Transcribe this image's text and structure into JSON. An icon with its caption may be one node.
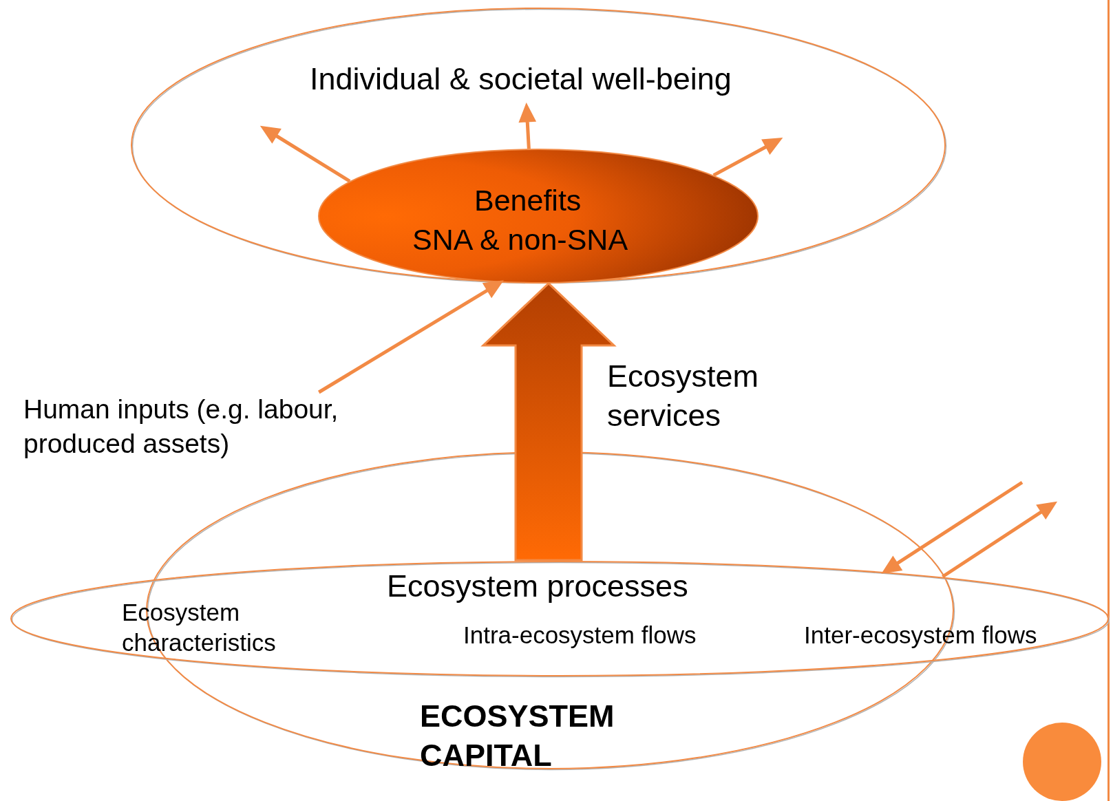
{
  "diagram": {
    "nodes": [
      {
        "text": [
          "Individual & societal well-being"
        ]
      },
      {
        "text": [
          "Benefits",
          "SNA & non-SNA"
        ],
        "in": 0
      },
      {
        "text": [
          "Human inputs (e.g. labour, produced assets)"
        ]
      },
      {
        "text": [
          "ECOSYSTEM CAPITAL"
        ]
      },
      {
        "text": [
          "Ecosystem processes",
          "Ecosystem characteristics",
          "Intra-ecosystem flows",
          "Inter-ecosystem flows"
        ]
      }
    ],
    "edges": [
      {
        "from": 1,
        "to": null,
        "arrow": "to"
      },
      {
        "from": 1,
        "to": null,
        "arrow": "to"
      },
      {
        "from": 1,
        "to": null,
        "arrow": "to"
      },
      {
        "from": 2,
        "to": 1,
        "arrow": "to"
      },
      {
        "from": 4,
        "to": 1,
        "arrow": "to",
        "label": "Ecosystem services",
        "style": "thick"
      },
      {
        "from": null,
        "to": 4,
        "arrow": "to"
      },
      {
        "from": 4,
        "to": null,
        "arrow": "to"
      }
    ]
  }
}
